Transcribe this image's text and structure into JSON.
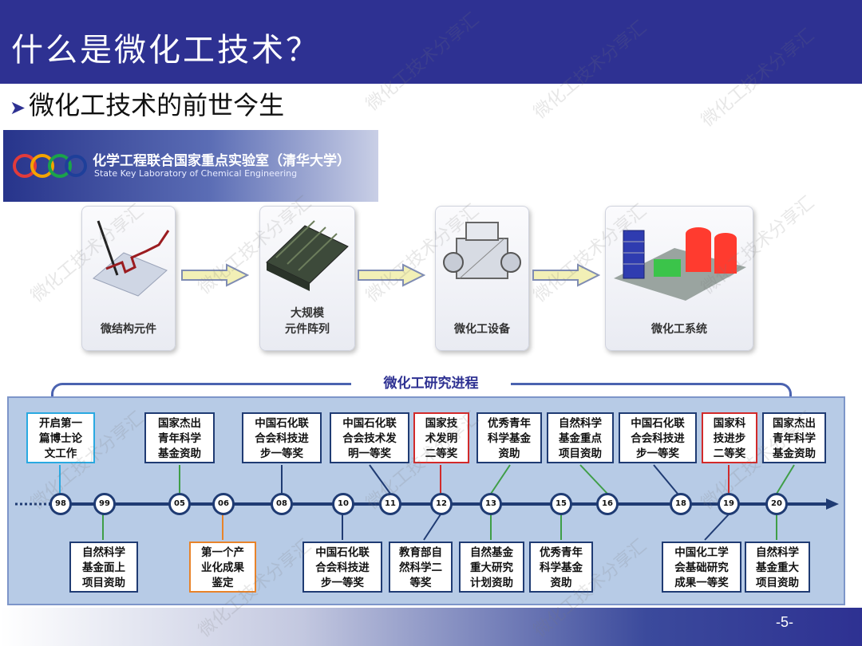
{
  "slide": {
    "title": "什么是微化工技术？",
    "subtitle_arrow": "➤",
    "subtitle": "微化工技术的前世今生",
    "page_number": "-5-"
  },
  "lab_banner": {
    "name_cn": "化学工程联合国家重点实验室（清华大学）",
    "name_en": "State Key Laboratory of Chemical Engineering"
  },
  "stages": [
    {
      "label": "微结构元件"
    },
    {
      "label": "大规模\n元件阵列"
    },
    {
      "label": "微化工设备"
    },
    {
      "label": "微化工系统"
    }
  ],
  "progress_title": "微化工研究进程",
  "timeline": {
    "nodes": [
      "98",
      "99",
      "05",
      "06",
      "08",
      "10",
      "11",
      "12",
      "13",
      "15",
      "16",
      "18",
      "19",
      "20"
    ],
    "events_top": [
      {
        "text": "开启第一\n篇博士论\n文工作"
      },
      {
        "text": "国家杰出\n青年科学\n基金资助"
      },
      {
        "text": "中国石化联\n合会科技进\n步一等奖"
      },
      {
        "text": "中国石化联\n合会技术发\n明一等奖"
      },
      {
        "text": "国家技\n术发明\n二等奖"
      },
      {
        "text": "优秀青年\n科学基金\n资助"
      },
      {
        "text": "自然科学\n基金重点\n项目资助"
      },
      {
        "text": "中国石化联\n合会科技进\n步一等奖"
      },
      {
        "text": "国家科\n技进步\n二等奖"
      },
      {
        "text": "国家杰出\n青年科学\n基金资助"
      }
    ],
    "events_bottom": [
      {
        "text": "自然科学\n基金面上\n项目资助"
      },
      {
        "text": "第一个产\n业化成果\n鉴定"
      },
      {
        "text": "中国石化联\n合会科技进\n步一等奖"
      },
      {
        "text": "教育部自\n然科学二\n等奖"
      },
      {
        "text": "自然基金\n重大研究\n计划资助"
      },
      {
        "text": "优秀青年\n科学基金\n资助"
      },
      {
        "text": "中国化工学\n会基础研究\n成果一等奖"
      },
      {
        "text": "自然科学\n基金重大\n项目资助"
      }
    ]
  },
  "watermark_text": "微化工技术分享汇",
  "colors": {
    "title_bar": "#2e3192",
    "timeline_bg": "#b7cbe6",
    "node_border": "#1f3b73",
    "highlight_red": "#d22a2a",
    "highlight_cyan": "#29a9e1",
    "highlight_green": "#3f9e47",
    "highlight_orange": "#e8832a"
  }
}
